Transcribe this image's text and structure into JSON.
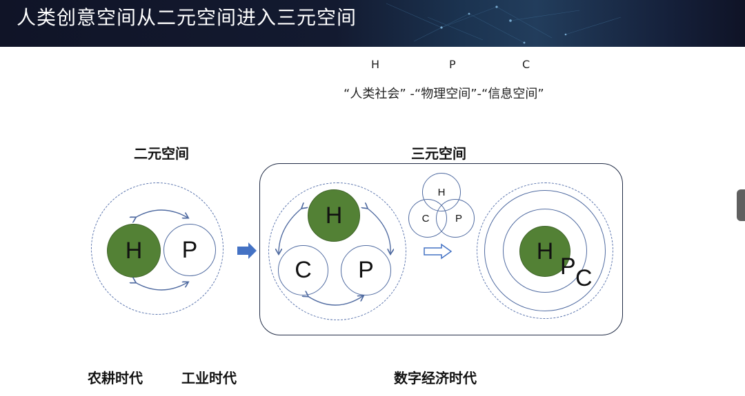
{
  "header": {
    "title": "人类创意空间从二元空间进入三元空间"
  },
  "hpc": {
    "h": "H",
    "p": "P",
    "c": "C"
  },
  "subtitle": "“人类社会” -“物理空间”-“信息空间”",
  "binary": {
    "label": "二元空间",
    "h": "H",
    "p": "P"
  },
  "ternary": {
    "label": "三元空间",
    "h": "H",
    "c": "C",
    "p": "P",
    "venn": {
      "h": "H",
      "c": "C",
      "p": "P"
    },
    "nested": {
      "h": "H",
      "p": "P",
      "c": "C"
    }
  },
  "eras": {
    "agriculture": "农耕时代",
    "industrial": "工业时代",
    "digital": "数字经济时代"
  },
  "colors": {
    "header_bg": "#131a30",
    "green": "#538135",
    "circle_border": "#4f6aa0",
    "arrow": "#4472c4"
  }
}
